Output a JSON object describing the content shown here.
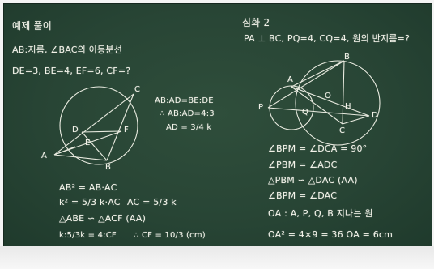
{
  "left_problem": {
    "title": "예제 풀이",
    "given_1": "AB:지름, ∠BAC의 이등분선",
    "given_2": "DE=3, BE=4, EF=6, CF=?",
    "ratio_1": "AB:AD=BE:DE",
    "ratio_2": "∴ AB:AD=4:3",
    "ratio_3": "AD = 3/4 k",
    "eq_1": "AB² = AB·AC",
    "eq_2": "k² = 5/3 k·AC",
    "eq_3": "AC = 5/3 k",
    "sim": "△ABE ∽ △ACF (AA)",
    "eq_4": "k:5/3k = 4:CF",
    "result": "∴ CF = 10/3 (cm)",
    "labels": {
      "A": "A",
      "B": "B",
      "C": "C",
      "D": "D",
      "E": "E",
      "F": "F"
    }
  },
  "right_problem": {
    "title": "심화 2",
    "given": "PA ⊥ BC, PQ=4, CQ=4, 원의 반지름=?",
    "l1": "∠BPM = ∠DCA = 90°",
    "l2": "∠PBM = ∠ADC",
    "l3": "△PBM ∽ △DAC (AA)",
    "l4": "∠BPM = ∠DAC",
    "l5": "OA : A, P, Q, B 지나는 원",
    "l6": "OA² = 4×9 = 36    OA = 6cm",
    "labels": {
      "A": "A",
      "B": "B",
      "C": "C",
      "D": "D",
      "O": "O",
      "P": "P",
      "Q": "Q",
      "H": "H"
    }
  },
  "colors": {
    "board": "#284535",
    "chalk": "#f2f2e8"
  }
}
